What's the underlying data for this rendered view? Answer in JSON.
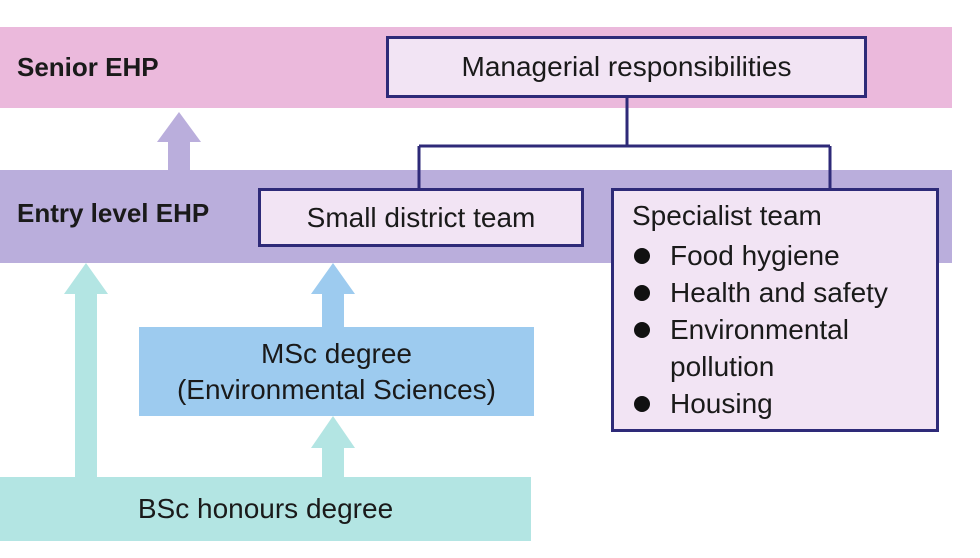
{
  "levels": {
    "senior_label": "Senior EHP",
    "entry_label": "Entry level EHP"
  },
  "boxes": {
    "managerial": "Managerial responsibilities",
    "small_district": "Small district team",
    "specialist_title": "Specialist team",
    "specialist_items": [
      "Food hygiene",
      "Health and safety",
      "Environmental pollution",
      "Housing"
    ],
    "msc_line1": "MSc degree",
    "msc_line2": "(Environmental Sciences)",
    "bsc": "BSc honours degree"
  },
  "colors": {
    "senior_band": "#ebb9dc",
    "entry_band": "#baaedc",
    "box_fill": "#f2e4f4",
    "box_border": "#2e2a78",
    "msc_fill": "#9dcbef",
    "bsc_fill": "#b3e5e3",
    "arrow_teal": "#b3e5e3",
    "arrow_blue": "#9dcbef",
    "arrow_purple": "#baaedc"
  }
}
